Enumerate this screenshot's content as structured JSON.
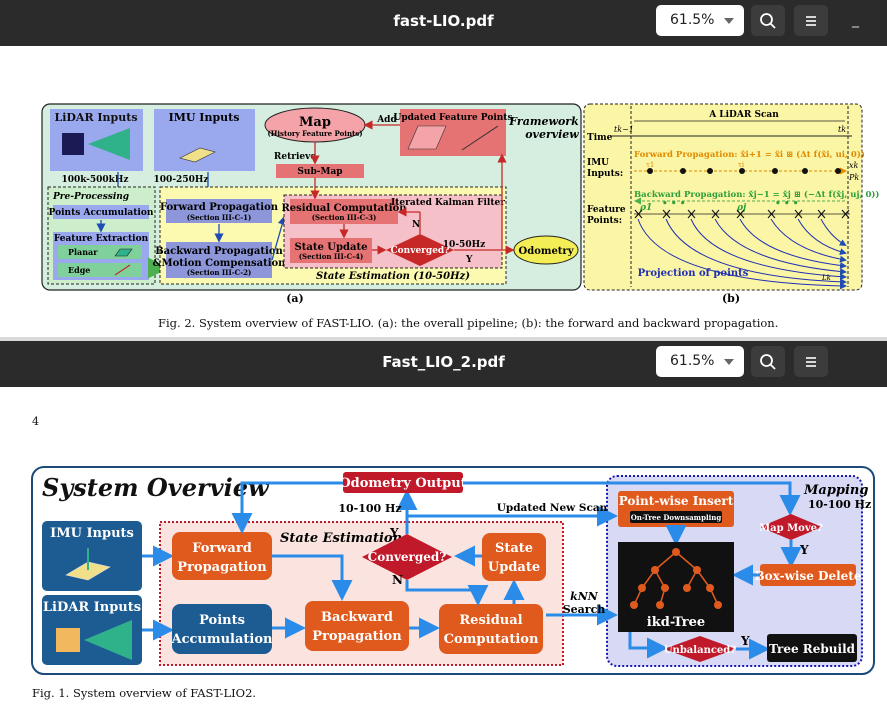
{
  "viewer_top": {
    "title": "fast-LIO.pdf",
    "zoom": "61.5%",
    "figure": {
      "caption": "Fig. 2.   System overview of FAST-LIO. (a): the overall pipeline; (b): the forward and backward propagation.",
      "panel_a_label": "(a)",
      "panel_b_label": "(b)",
      "lidar_inputs": "LiDAR Inputs",
      "lidar_rate": "100k-500kHz",
      "imu_inputs": "IMU Inputs",
      "imu_rate": "100-250Hz",
      "map_title": "Map",
      "map_sub": "(History Feature Points)",
      "add_label": "Add",
      "updated_feature_points": "Updated Feature Points",
      "framework_overview_1": "Framework",
      "framework_overview_2": "overview",
      "retrieve": "Retrieve",
      "submap": "Sub-Map",
      "preprocessing": "Pre-Processing",
      "points_accumulation": "Points Accumulation",
      "feature_extraction": "Feature Extraction",
      "planar": "Planar",
      "edge": "Edge",
      "forward_propagation": "Forward Propagation",
      "forward_section": "(Section III-C-1)",
      "backward_propagation": "Backward Propagation",
      "motion_compensation": "&Motion Compensation",
      "backward_section": "(Section III-C-2)",
      "residual_computation": "Residual Computation",
      "residual_section": "(Section III-C-3)",
      "iterated_kalman": "Iterated Kalman Filter",
      "state_update": "State Update",
      "state_update_section": "(Section III-C-4)",
      "converged": "Converged?",
      "n_label": "N",
      "y_label": "Y",
      "rate_10_50": "10-50Hz",
      "odometry": "Odometry",
      "state_estimation": "State Estimation (10-50Hz)",
      "a_lidar_scan": "A LiDAR Scan",
      "time": "Time",
      "t_k_minus_1": "tk−1",
      "t_k": "tk",
      "imu_inputs_b": "IMU",
      "imu_inputs_b2": "Inputs:",
      "forward_prop_eq": "Forward Propagation: x̂i+1 = x̂i ⊞ (Δt f(x̂i, ui, 0))",
      "backward_prop_eq": "Backward Propagation: x̌j−1 = x̌j ⊞ (−Δt f(x̌j, uj, 0))",
      "feature_b": "Feature",
      "points_b": "Points:",
      "projection_of_points": "Projection of points",
      "xk": "xk",
      "pk": "Pk",
      "rho1": "ρ1",
      "rho_j": "ρj",
      "tau_i": "τi",
      "tau_1": "τ1",
      "lk": "Lk",
      "dots": "• • •"
    }
  },
  "viewer_bottom": {
    "title": "Fast_LIO_2.pdf",
    "zoom": "61.5%",
    "page_number": "4",
    "figure": {
      "caption": "Fig. 1.  System overview of FAST-LIO2.",
      "system_overview": "System Overview",
      "odometry_output": "Odometry Output",
      "rate_10_100": "10-100 Hz",
      "updated_new_scan": "Updated New Scan",
      "mapping": "Mapping",
      "mapping_rate": "10-100 Hz",
      "imu_inputs": "IMU Inputs",
      "lidar_inputs": "LiDAR Inputs",
      "state_estimation": "State Estimation",
      "forward_propagation_1": "Forward",
      "forward_propagation_2": "Propagation",
      "converged": "Converged?",
      "y_label": "Y",
      "n_label": "N",
      "state_update_1": "State",
      "state_update_2": "Update",
      "points_accumulation_1": "Points",
      "points_accumulation_2": "Accumulation",
      "backward_propagation_1": "Backward",
      "backward_propagation_2": "Propagation",
      "residual_computation_1": "Residual",
      "residual_computation_2": "Computation",
      "knn_search_1": "kNN",
      "knn_search_2": "Search",
      "pointwise_insert": "Point-wise Insert",
      "on_tree_downsampling": "On-Tree Downsampling",
      "map_move": "Map Move?",
      "boxwise_delete": "Box-wise Delete",
      "ikd_tree": "ikd-Tree",
      "unbalanced": "Unbalanced?",
      "tree_rebuild": "Tree Rebuild"
    }
  },
  "colors": {
    "header_bg": "#2b2b2b",
    "fastlio_green_panel": "#d5eee0",
    "fastlio_yellow_panel": "#fbf6a6",
    "fastlio2_orange": "#e05a1e",
    "fastlio2_blue": "#1c5c92",
    "fastlio2_red": "#c0192a",
    "fastlio2_mapping_bg": "#d8d9f5",
    "fastlio2_state_bg": "#fbe4e0"
  },
  "icons": [
    "search-icon",
    "menu-icon",
    "minimize-icon",
    "chevron-down-icon"
  ]
}
